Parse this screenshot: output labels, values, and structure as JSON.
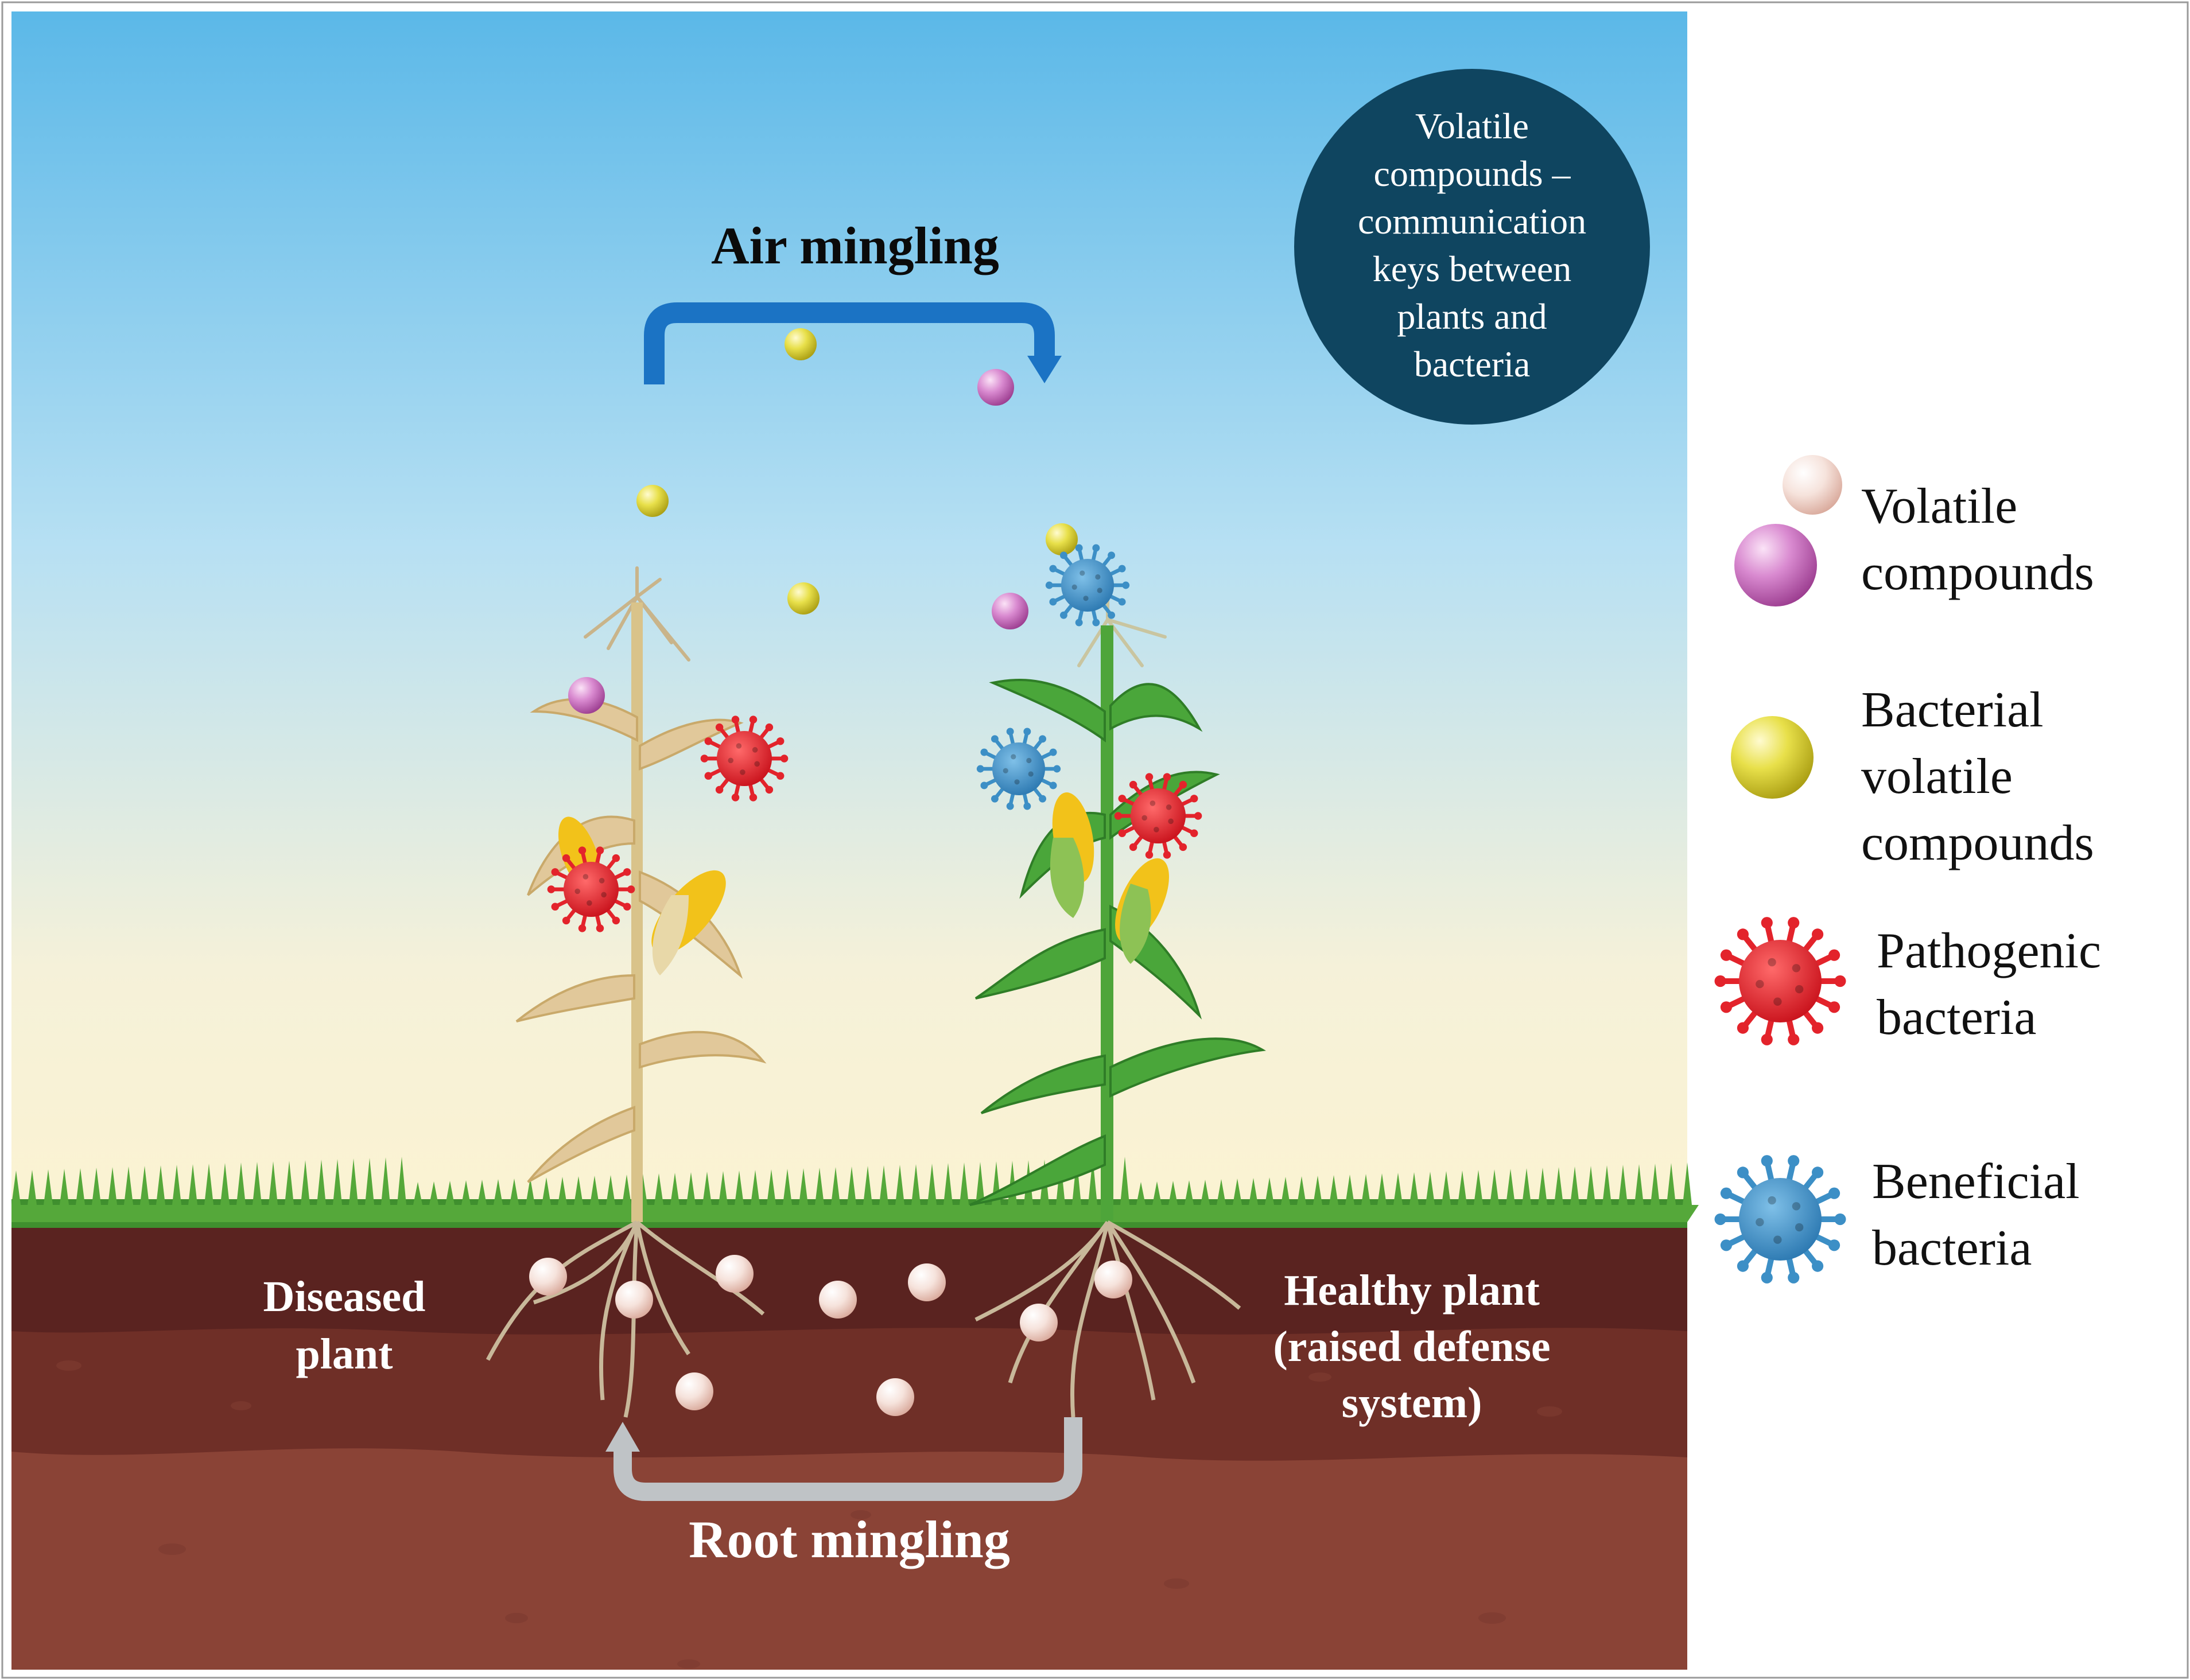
{
  "diagram": {
    "air_label": "Air mingling",
    "root_label": "Root mingling",
    "diseased_label": "Diseased\nplant",
    "healthy_label": "Healthy plant\n(raised defense\nsystem)",
    "badge_text": "Volatile\ncompounds –\ncommunication\nkeys between\nplants and\nbacteria"
  },
  "legend": {
    "items": [
      {
        "label": "Volatile\ncompounds",
        "icon": "volatile-compound-icon"
      },
      {
        "label": "Bacterial\nvolatile\ncompounds",
        "icon": "bacterial-volatile-icon"
      },
      {
        "label": "Pathogenic\nbacteria",
        "icon": "pathogenic-bacteria-icon"
      },
      {
        "label": "Beneficial\nbacteria",
        "icon": "beneficial-bacteria-icon"
      }
    ]
  },
  "colors": {
    "sky_top": "#5bb8e8",
    "sky_bottom": "#fbf3d2",
    "grass": "#55a83a",
    "soil_top": "#5a2320",
    "soil_mid": "#6f2f27",
    "soil_bottom": "#8a4336",
    "air_arrow": "#1b73c4",
    "root_arrow": "#bfc3c6",
    "badge": "#0f4560",
    "pathogen": "#e3232b",
    "beneficial": "#3c8fc6",
    "volatile_pink": "#cf6fc4",
    "volatile_yellow": "#e4dc3a",
    "volatile_root": "#f3d7cf"
  }
}
